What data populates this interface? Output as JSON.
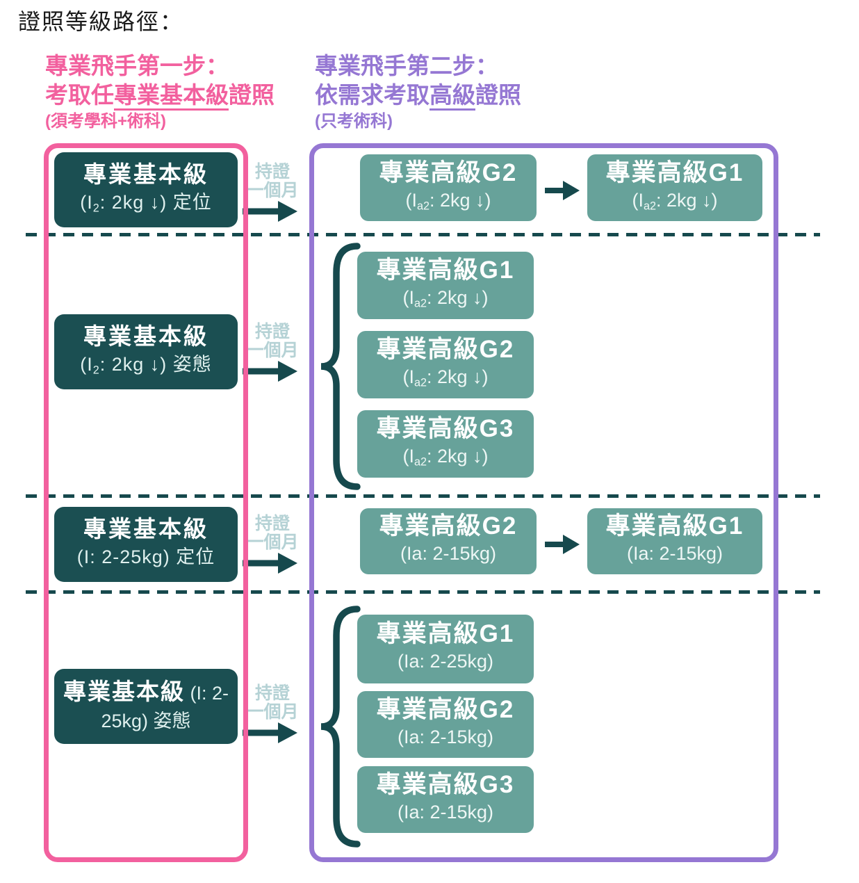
{
  "page": {
    "title": "證照等級路徑："
  },
  "colors": {
    "pink": "#f2609e",
    "purple": "#9577d3",
    "dark_teal": "#1b4f52",
    "sage_green": "#67a29a",
    "label_teal": "#b5d2d5"
  },
  "headers": {
    "step1": {
      "line1": "專業飛手第一步：",
      "line2_pre": "考取任",
      "line2_underlined": "專業基本級",
      "line2_post": "證照",
      "line3": "(須考學科+術科)"
    },
    "step2": {
      "line1": "專業飛手第二步：",
      "line2_pre": "依需求考取",
      "line2_underlined": "高級",
      "line2_post": "證照",
      "line3": "(只考術科)"
    }
  },
  "transfer": {
    "line1": "持證",
    "line2": "一個月"
  },
  "rows": [
    {
      "basic": {
        "title": "專業基本級",
        "sub_pre": "(I",
        "sub_sub": "2",
        "sub_post": ": 2kg ↓) 定位"
      },
      "advanced": [
        {
          "title": "專業高級G2",
          "sub_pre": "(I",
          "sub_sub": "a2",
          "sub_post": ": 2kg ↓)"
        },
        {
          "title": "專業高級G1",
          "sub_pre": "(I",
          "sub_sub": "a2",
          "sub_post": ": 2kg ↓)"
        }
      ]
    },
    {
      "basic": {
        "title": "專業基本級",
        "sub_pre": "(I",
        "sub_sub": "2",
        "sub_post": ": 2kg ↓) 姿態"
      },
      "advanced": [
        {
          "title": "專業高級G1",
          "sub_pre": "(I",
          "sub_sub": "a2",
          "sub_post": ": 2kg ↓)"
        },
        {
          "title": "專業高級G2",
          "sub_pre": "(I",
          "sub_sub": "a2",
          "sub_post": ": 2kg ↓)"
        },
        {
          "title": "專業高級G3",
          "sub_pre": "(I",
          "sub_sub": "a2",
          "sub_post": ": 2kg ↓)"
        }
      ]
    },
    {
      "basic": {
        "title": "專業基本級",
        "sub_pre": "(I: 2-25kg) 定位",
        "sub_sub": "",
        "sub_post": ""
      },
      "advanced": [
        {
          "title": "專業高級G2",
          "sub_pre": "(Ia: 2-15kg)",
          "sub_sub": "",
          "sub_post": ""
        },
        {
          "title": "專業高級G1",
          "sub_pre": "(Ia: 2-15kg)",
          "sub_sub": "",
          "sub_post": ""
        }
      ]
    },
    {
      "basic": {
        "title": "專業基本級",
        "sub_rest": " (I: 2-25kg) 姿態"
      },
      "advanced": [
        {
          "title": "專業高級G1",
          "sub_pre": "(Ia: 2-25kg)",
          "sub_sub": "",
          "sub_post": ""
        },
        {
          "title": "專業高級G2",
          "sub_pre": "(Ia: 2-15kg)",
          "sub_sub": "",
          "sub_post": ""
        },
        {
          "title": "專業高級G3",
          "sub_pre": "(Ia: 2-15kg)",
          "sub_sub": "",
          "sub_post": ""
        }
      ]
    }
  ]
}
